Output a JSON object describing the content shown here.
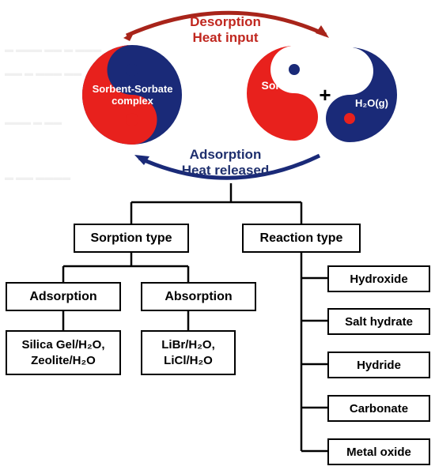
{
  "top": {
    "desorption": "Desorption",
    "heat_input": "Heat input",
    "adsorption": "Adsorption",
    "heat_released": "Heat released"
  },
  "left_symbol": {
    "label": "Sorbent-Sorbate complex"
  },
  "right_symbol": {
    "sorbent": "Sorbent",
    "plus": "+",
    "water_vapor": "H₂O(g)"
  },
  "categories": {
    "sorption": "Sorption type",
    "reaction": "Reaction type"
  },
  "sorption_types": {
    "adsorption": "Adsorption",
    "absorption": "Absorption",
    "adsorption_pairs": "Silica Gel/H₂O,\nZeolite/H₂O",
    "absorption_pairs": "LiBr/H₂O,\nLiCl/H₂O"
  },
  "reaction_types": [
    "Hydroxide",
    "Salt hydrate",
    "Hydride",
    "Carbonate",
    "Metal oxide"
  ],
  "colors": {
    "red": "#e8211d",
    "navy": "#1a2a78",
    "arrow_red": "#a8241a",
    "arrow_navy": "#1a2a78"
  }
}
